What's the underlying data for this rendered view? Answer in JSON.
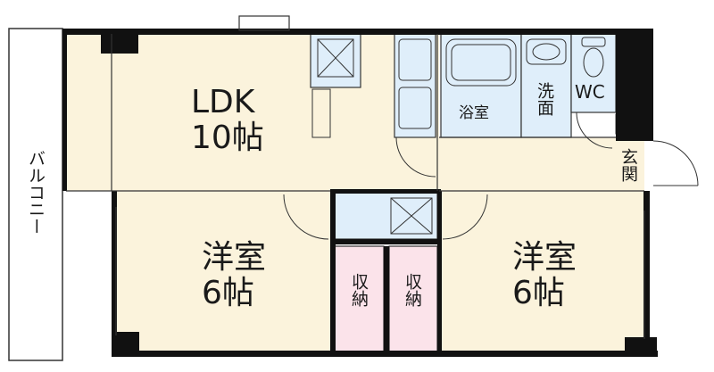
{
  "rooms": {
    "ldk": {
      "line1": "LDK",
      "line2": "10帖"
    },
    "western_left": {
      "line1": "洋室",
      "line2": "6帖"
    },
    "western_right": {
      "line1": "洋室",
      "line2": "6帖"
    },
    "bath": "浴室",
    "washroom": "洗面",
    "wc": "WC",
    "entrance": "玄関",
    "closet_left": "収納",
    "closet_right": "収納"
  },
  "balcony": "バルコニー",
  "colors": {
    "floor": "#fbf3dc",
    "wet_area": "#dfeefa",
    "closet": "#fbe3ea",
    "wall": "#111111",
    "line": "#333333"
  }
}
